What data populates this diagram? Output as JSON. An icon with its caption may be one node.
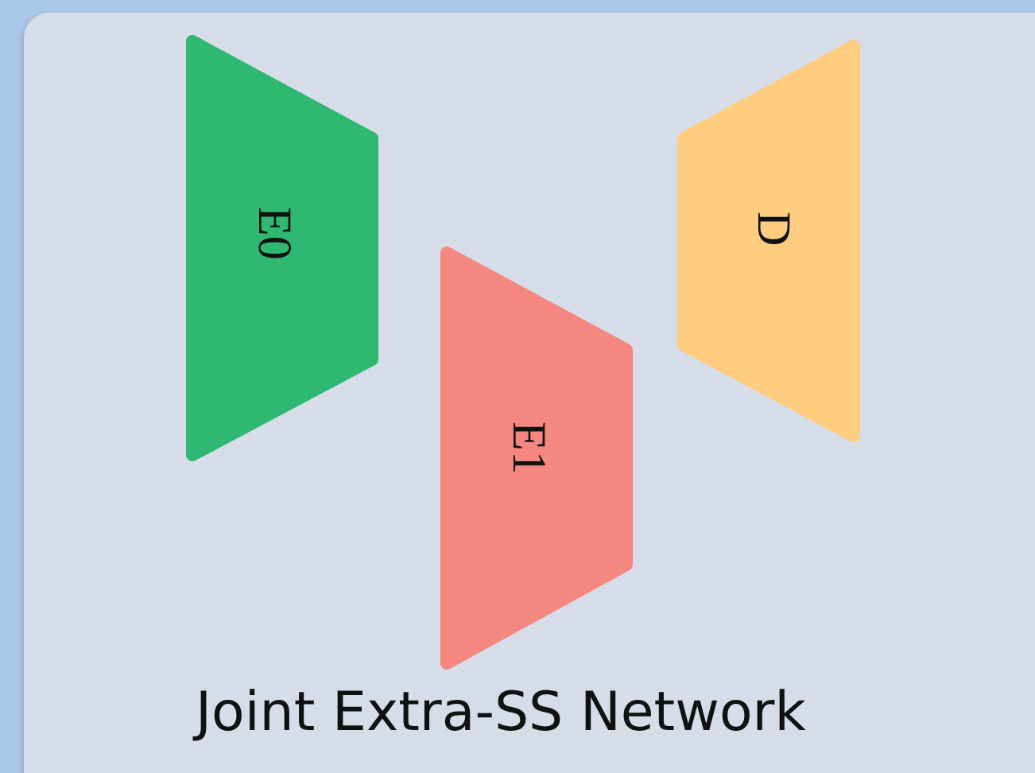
{
  "diagram": {
    "nodes": [
      {
        "text": [
          "Joint Extra-SS Network"
        ]
      },
      {
        "text": [
          "E0"
        ],
        "in": 0
      },
      {
        "text": [
          "E1"
        ],
        "in": 0
      },
      {
        "text": [
          "D"
        ],
        "in": 0
      }
    ]
  }
}
